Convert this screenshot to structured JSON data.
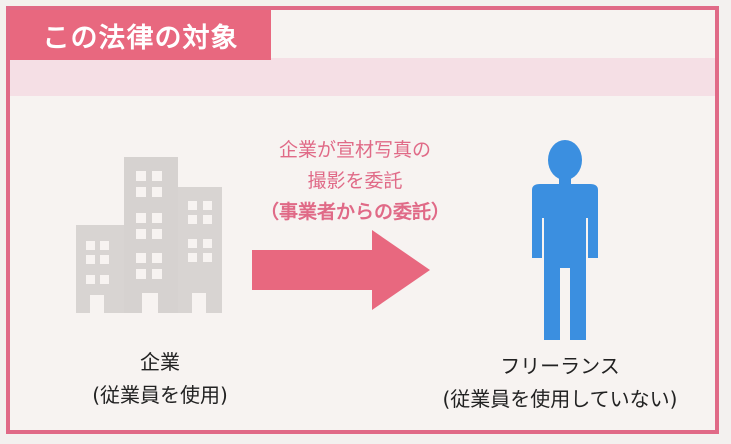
{
  "header": {
    "title": "この法律の対象"
  },
  "middle": {
    "line1": "企業が宣材写真の",
    "line2": "撮影を委託",
    "line3": "（事業者からの委託）"
  },
  "company": {
    "name": "企業",
    "note": "(従業員を使用)"
  },
  "freelance": {
    "name": "フリーランス",
    "note": "(従業員を使用していない)"
  },
  "colors": {
    "accent": "#e8687f",
    "border": "#e06a87",
    "person": "#3b8fe0",
    "building": "#d8d4d2"
  }
}
